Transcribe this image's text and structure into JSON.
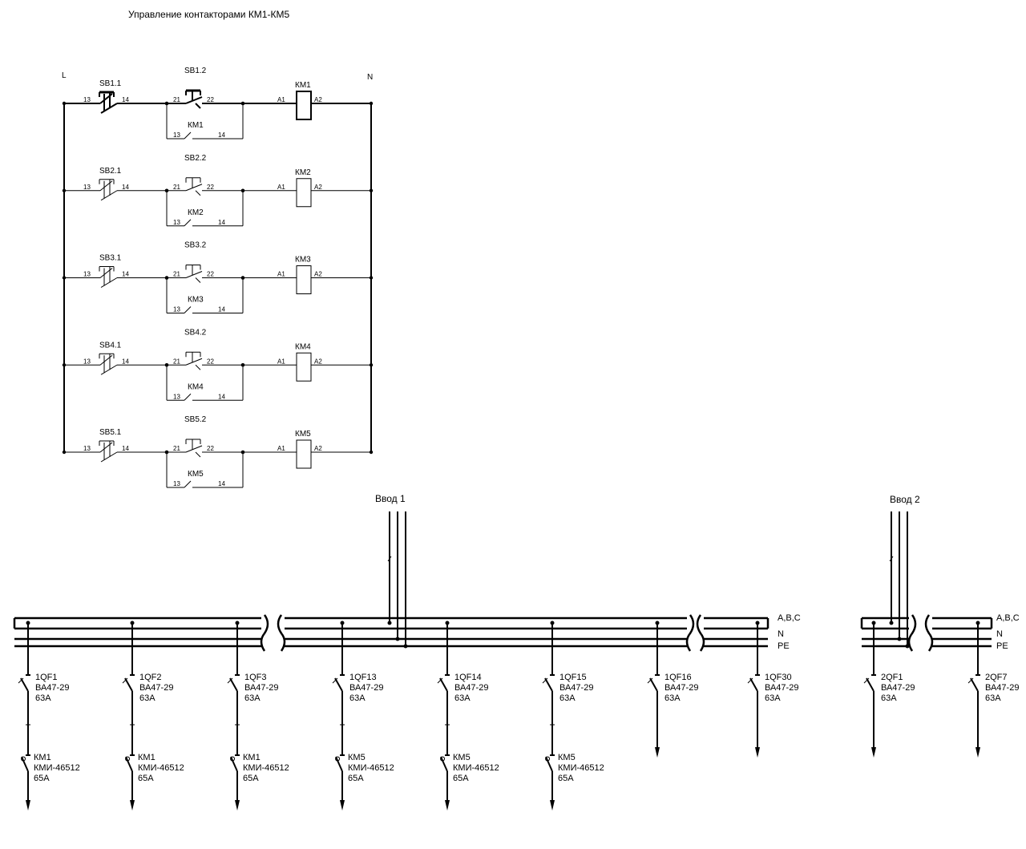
{
  "title": "Управление контакторами КМ1-КМ5",
  "control": {
    "phase_label": "L",
    "neutral_label": "N",
    "rungs": [
      {
        "start_button": "SB1.1",
        "stop_button": "SB1.2",
        "coil": "КМ1",
        "holding_contact": "КМ1"
      },
      {
        "start_button": "SB2.1",
        "stop_button": "SB2.2",
        "coil": "КМ2",
        "holding_contact": "КМ2"
      },
      {
        "start_button": "SB3.1",
        "stop_button": "SB3.2",
        "coil": "КМ3",
        "holding_contact": "КМ3"
      },
      {
        "start_button": "SB4.1",
        "stop_button": "SB4.2",
        "coil": "КМ4",
        "holding_contact": "КМ4"
      },
      {
        "start_button": "SB5.1",
        "stop_button": "SB5.2",
        "coil": "КМ5",
        "holding_contact": "КМ5"
      }
    ],
    "terminals": {
      "no_in": "13",
      "no_out": "14",
      "nc_in": "21",
      "nc_out": "22",
      "coil_in": "A1",
      "coil_out": "A2"
    }
  },
  "power": {
    "input1_label": "Ввод 1",
    "input2_label": "Ввод 2",
    "bus_labels": [
      "A,B,C",
      "N",
      "PE"
    ],
    "feeders1": [
      {
        "breaker": "1QF1",
        "model": "ВА47-29",
        "rating": "63А",
        "contactor": "КМ1",
        "contactor_model": "КМИ-46512",
        "contactor_rating": "65А"
      },
      {
        "breaker": "1QF2",
        "model": "ВА47-29",
        "rating": "63А",
        "contactor": "КМ1",
        "contactor_model": "КМИ-46512",
        "contactor_rating": "65А"
      },
      {
        "breaker": "1QF3",
        "model": "ВА47-29",
        "rating": "63А",
        "contactor": "КМ1",
        "contactor_model": "КМИ-46512",
        "contactor_rating": "65А"
      },
      {
        "breaker": "1QF13",
        "model": "ВА47-29",
        "rating": "63А",
        "contactor": "КМ5",
        "contactor_model": "КМИ-46512",
        "contactor_rating": "65А"
      },
      {
        "breaker": "1QF14",
        "model": "ВА47-29",
        "rating": "63А",
        "contactor": "КМ5",
        "contactor_model": "КМИ-46512",
        "contactor_rating": "65А"
      },
      {
        "breaker": "1QF15",
        "model": "ВА47-29",
        "rating": "63А",
        "contactor": "КМ5",
        "contactor_model": "КМИ-46512",
        "contactor_rating": "65А"
      },
      {
        "breaker": "1QF16",
        "model": "ВА47-29",
        "rating": "63А"
      },
      {
        "breaker": "1QF30",
        "model": "ВА47-29",
        "rating": "63А"
      }
    ],
    "feeders2": [
      {
        "breaker": "2QF1",
        "model": "ВА47-29",
        "rating": "63А"
      },
      {
        "breaker": "2QF7",
        "model": "ВА47-29",
        "rating": "63А"
      }
    ]
  }
}
